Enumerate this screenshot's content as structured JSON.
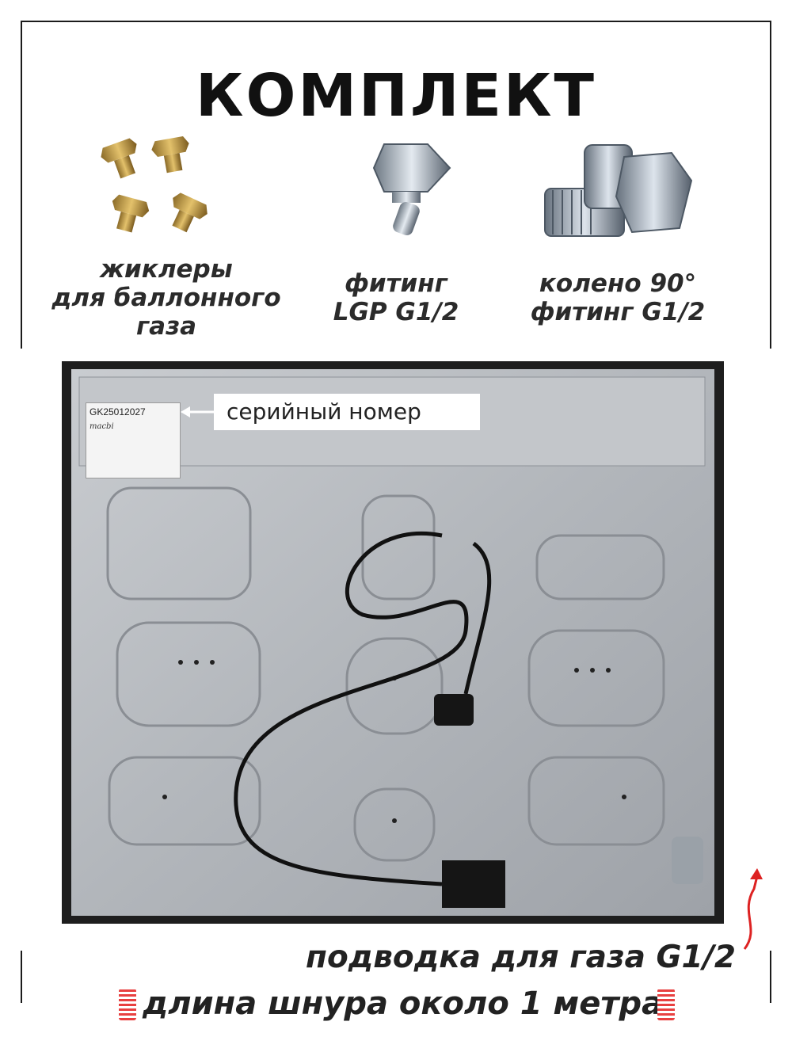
{
  "title": "КОМПЛЕКТ",
  "items": [
    {
      "label_line1": "жиклеры",
      "label_line2": "для баллонного",
      "label_line3": "газа"
    },
    {
      "label_line1": "фитинг",
      "label_line2": "LGP  G1/2"
    },
    {
      "label_line1": "колено 90°",
      "label_line2": "фитинг G1/2"
    }
  ],
  "serial": {
    "number": "GK25012027",
    "label": "серийный номер",
    "brand": "macbi"
  },
  "gas_inlet": "подводка для газа G1/2",
  "cord_length": "длина шнура около 1 метра",
  "colors": {
    "accent": "#e23b3b",
    "text": "#2b2b2b",
    "metal": "#b9bcc0"
  },
  "icons": [
    "jet-nozzle-icon",
    "lpg-fitting-icon",
    "elbow-fitting-icon",
    "arrow-icon",
    "curved-arrow-icon",
    "spring-icon"
  ]
}
